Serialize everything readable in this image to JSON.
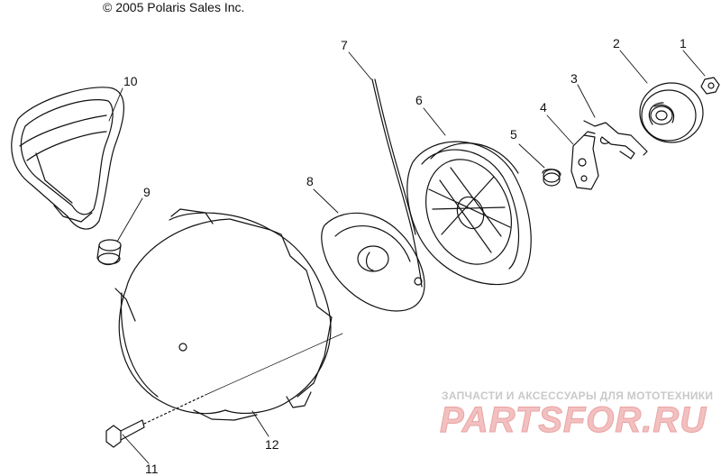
{
  "copyright": "© 2005 Polaris Sales Inc.",
  "callouts": [
    "1",
    "2",
    "3",
    "4",
    "5",
    "6",
    "7",
    "8",
    "9",
    "10",
    "11",
    "12"
  ],
  "watermark": {
    "tagline": "ЗАПЧАСТИ И АКСЕССУАРЫ ДЛЯ МОТОТЕХНИКИ",
    "brand": "PARTSFOR.RU"
  }
}
